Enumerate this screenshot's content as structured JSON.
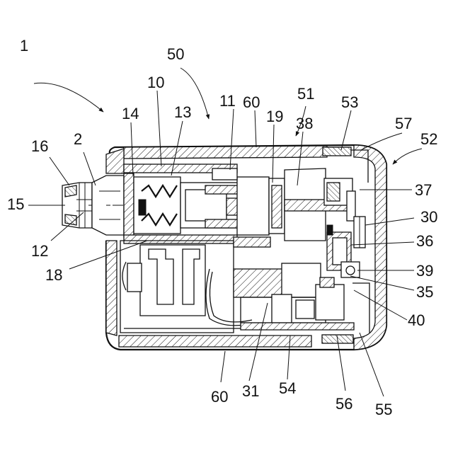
{
  "figure": {
    "reference_labels": {
      "l1": "1",
      "l2": "2",
      "l10": "10",
      "l11": "11",
      "l12": "12",
      "l13": "13",
      "l14": "14",
      "l15": "15",
      "l16": "16",
      "l18": "18",
      "l19": "19",
      "l30": "30",
      "l31": "31",
      "l35": "35",
      "l36": "36",
      "l37": "37",
      "l38": "38",
      "l39": "39",
      "l40": "40",
      "l50": "50",
      "l51": "51",
      "l52": "52",
      "l53": "53",
      "l54": "54",
      "l55": "55",
      "l56": "56",
      "l57": "57",
      "l60a": "60",
      "l60b": "60"
    }
  }
}
